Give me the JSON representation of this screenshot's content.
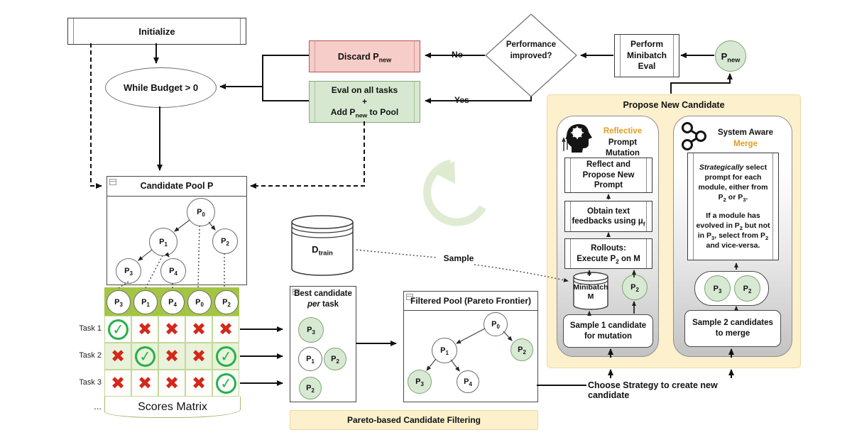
{
  "colors": {
    "pink": "#f6cdc9",
    "green_box": "#d7e8d1",
    "yellow_panel": "#fcf0cd",
    "matrix_green": "#a4c544",
    "accent_orange": "#e39c23",
    "check_green": "#25b14a",
    "cross_red": "#d5271b"
  },
  "flow": {
    "initialize": "Initialize",
    "while_budget": "While Budget > 0",
    "discard": {
      "pre": "Discard P",
      "sub": "new"
    },
    "eval": {
      "line1": "Eval on all tasks",
      "line2": "+",
      "line3_pre": "Add P",
      "line3_sub": "new",
      "line3_post": " to Pool"
    },
    "no_label": "No",
    "yes_label": "Yes",
    "decision": {
      "line1": "Performance",
      "line2": "improved?"
    },
    "minibatch_eval": {
      "line1": "Perform",
      "line2": "Minibatch",
      "line3": "Eval"
    },
    "p_new": {
      "main": "P",
      "sub": "new"
    }
  },
  "pool": {
    "title": "Candidate Pool P",
    "nodes": {
      "p0": {
        "main": "P",
        "sub": "0"
      },
      "p1": {
        "main": "P",
        "sub": "1"
      },
      "p2": {
        "main": "P",
        "sub": "2"
      },
      "p3": {
        "main": "P",
        "sub": "3"
      },
      "p4": {
        "main": "P",
        "sub": "4"
      }
    }
  },
  "dtrain": {
    "main": "D",
    "sub": "train"
  },
  "sample_label": "Sample",
  "matrix": {
    "columns": [
      {
        "main": "P",
        "sub": "3"
      },
      {
        "main": "P",
        "sub": "1"
      },
      {
        "main": "P",
        "sub": "4"
      },
      {
        "main": "P",
        "sub": "0"
      },
      {
        "main": "P",
        "sub": "2"
      }
    ],
    "rows": [
      {
        "label": "Task 1",
        "cells": [
          "check",
          "cross",
          "cross",
          "cross",
          "cross"
        ]
      },
      {
        "label": "Task 2",
        "cells": [
          "cross",
          "check",
          "cross",
          "cross",
          "check"
        ]
      },
      {
        "label": "Task 3",
        "cells": [
          "cross",
          "cross",
          "cross",
          "cross",
          "check"
        ]
      }
    ],
    "ellipsis": "...",
    "caption": "Scores Matrix"
  },
  "best": {
    "title_line1": "Best candidate",
    "title_italic": "per",
    "title_rest": " task",
    "nodes": {
      "p3": {
        "main": "P",
        "sub": "3"
      },
      "p1": {
        "main": "P",
        "sub": "1"
      },
      "p2a": {
        "main": "P",
        "sub": "2"
      },
      "p2b": {
        "main": "P",
        "sub": "2"
      }
    }
  },
  "filtered": {
    "title": "Filtered Pool (Pareto Frontier)",
    "nodes": {
      "p0": {
        "main": "P",
        "sub": "0"
      },
      "p1": {
        "main": "P",
        "sub": "1"
      },
      "p2": {
        "main": "P",
        "sub": "2"
      },
      "p3": {
        "main": "P",
        "sub": "3"
      },
      "p4": {
        "main": "P",
        "sub": "4"
      }
    }
  },
  "pareto_banner": "Pareto-based Candidate Filtering",
  "choose_strategy": "Choose Strategy to create new candidate",
  "propose": {
    "title": "Propose New Candidate",
    "mutation": {
      "title_orange": "Reflective",
      "title_rest": " Prompt",
      "title_line2": "Mutation",
      "reflect_box": {
        "l1": "Reflect and",
        "l2": "Propose New",
        "l3": "Prompt"
      },
      "feedback_box": {
        "l1": "Obtain text",
        "l2_pre": "feedbacks using μ",
        "l2_sub": "f"
      },
      "rollouts_box": {
        "l1": "Rollouts:",
        "l2_pre": "Execute P",
        "l2_sub": "2",
        "l2_post": " on M"
      },
      "minibatch": {
        "l1": "Minibatch",
        "l2": "M"
      },
      "p2": {
        "main": "P",
        "sub": "2"
      },
      "sample_box": {
        "l1": "Sample 1 candidate",
        "l2": "for mutation"
      }
    },
    "merge": {
      "title_line1": "System Aware",
      "title_orange": "Merge",
      "text": {
        "p1_i": "Strategically",
        "p1_a": " select prompt for each module, either from P",
        "p1_s1": "2",
        "p1_b": " or P",
        "p1_s2": "3",
        "p1_c": ".",
        "p2_a": "If a module has evolved in P",
        "p2_s1": "2",
        "p2_b": " but not in P",
        "p2_s2": "3",
        "p2_c": ", select from P",
        "p2_s3": "2",
        "p2_d": " and vice-versa."
      },
      "p3": {
        "main": "P",
        "sub": "3"
      },
      "p2": {
        "main": "P",
        "sub": "2"
      },
      "sample_box": {
        "l1": "Sample 2 candidates",
        "l2": "to merge"
      }
    }
  }
}
